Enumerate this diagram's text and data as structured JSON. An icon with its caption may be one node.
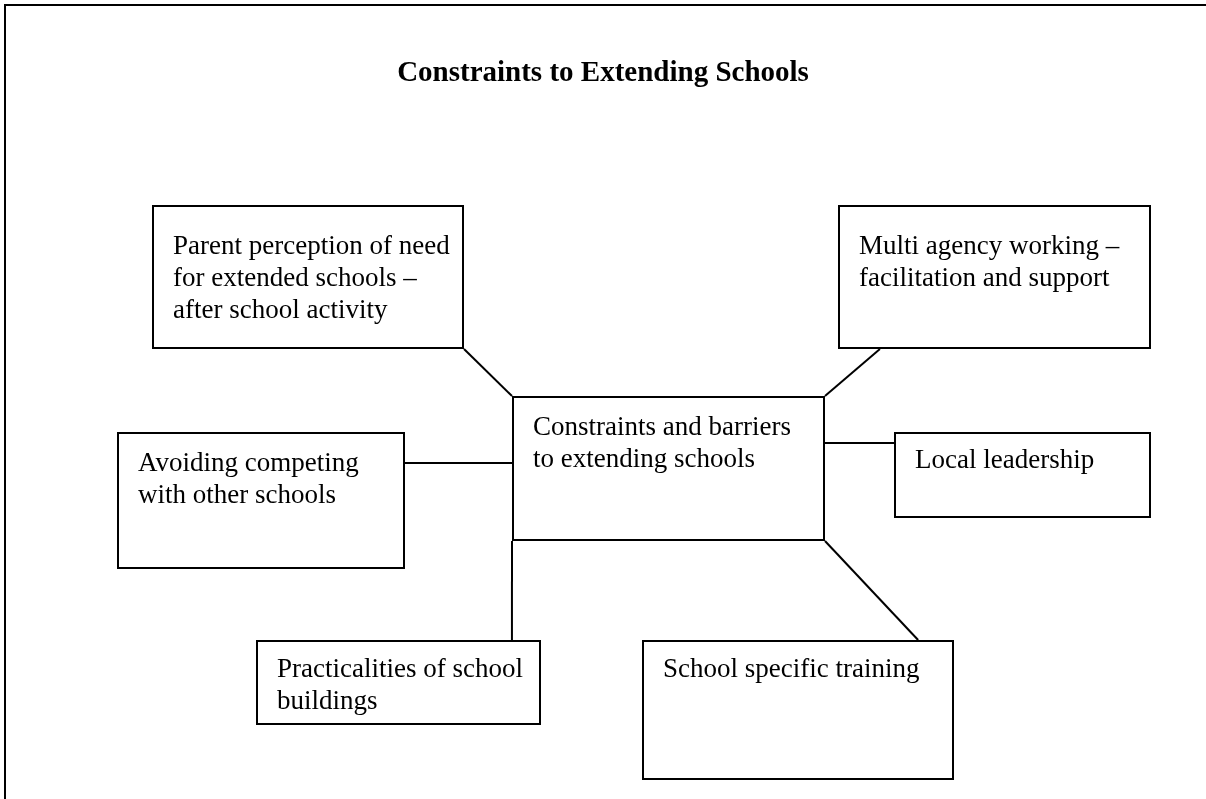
{
  "diagram": {
    "title": "Constraints to Extending Schools",
    "nodes": [
      {
        "text": [
          "Parent perception of need for extended schools – after school activity"
        ]
      },
      {
        "text": [
          "Multi agency working – facilitation and support"
        ]
      },
      {
        "text": [
          "Constraints and barriers to extending schools"
        ]
      },
      {
        "text": [
          "Local leadership"
        ]
      },
      {
        "text": [
          "Avoiding competing with other schools"
        ]
      },
      {
        "text": [
          "Practicalities of school buildings"
        ]
      },
      {
        "text": [
          "School specific training"
        ]
      }
    ],
    "edges": [
      {
        "from": 2,
        "to": 0,
        "arrow": "none"
      },
      {
        "from": 2,
        "to": 1,
        "arrow": "none"
      },
      {
        "from": 2,
        "to": 3,
        "arrow": "none"
      },
      {
        "from": 2,
        "to": 4,
        "arrow": "none"
      },
      {
        "from": 2,
        "to": 5,
        "arrow": "none"
      },
      {
        "from": 2,
        "to": 6,
        "arrow": "none"
      }
    ]
  }
}
